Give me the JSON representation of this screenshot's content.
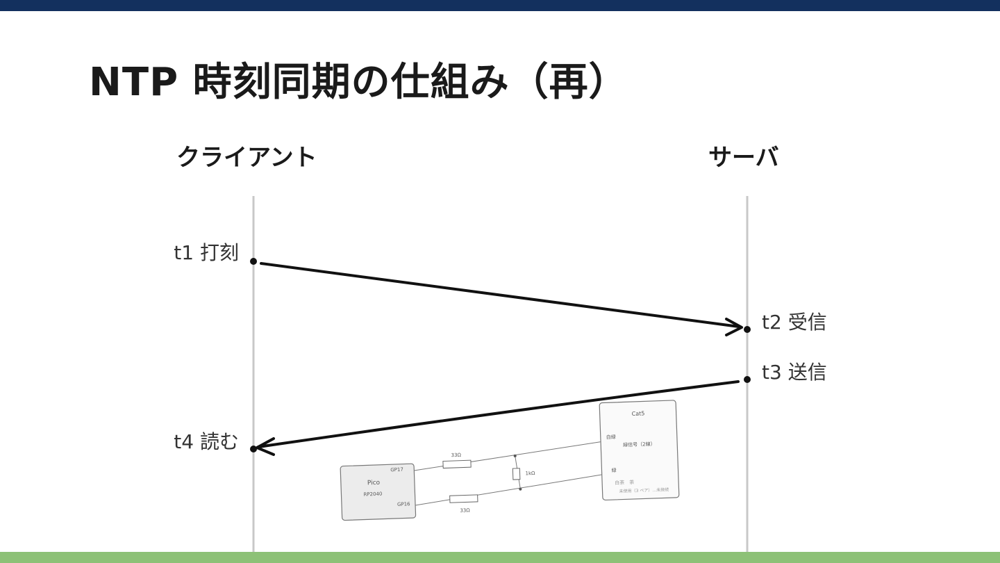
{
  "slide": {
    "title": "NTP 時刻同期の仕組み（再）",
    "colors": {
      "top_bar": "#13305e",
      "bottom_bar": "#8dc177",
      "lifeline": "#c8c8c8",
      "ink": "#111111"
    }
  },
  "actors": {
    "client": "クライアント",
    "server": "サーバ"
  },
  "events": {
    "t1": "t1 打刻",
    "t2": "t2 受信",
    "t3": "t3 送信",
    "t4": "t4 読む"
  },
  "circuit": {
    "pico_label": "Pico",
    "pico_sub": "RP2040",
    "pin_top": "GP17",
    "pin_bottom": "GP16",
    "r1": "33Ω",
    "r2": "33Ω",
    "r_mid": "1kΩ",
    "cable_label": "Cat5",
    "wire_top": "白緑",
    "pair_note": "緑信号（2線）",
    "wire_bottom": "緑",
    "unused_1": "白茶　茶",
    "unused_2": "未使用（3 ペア）…未接続"
  }
}
